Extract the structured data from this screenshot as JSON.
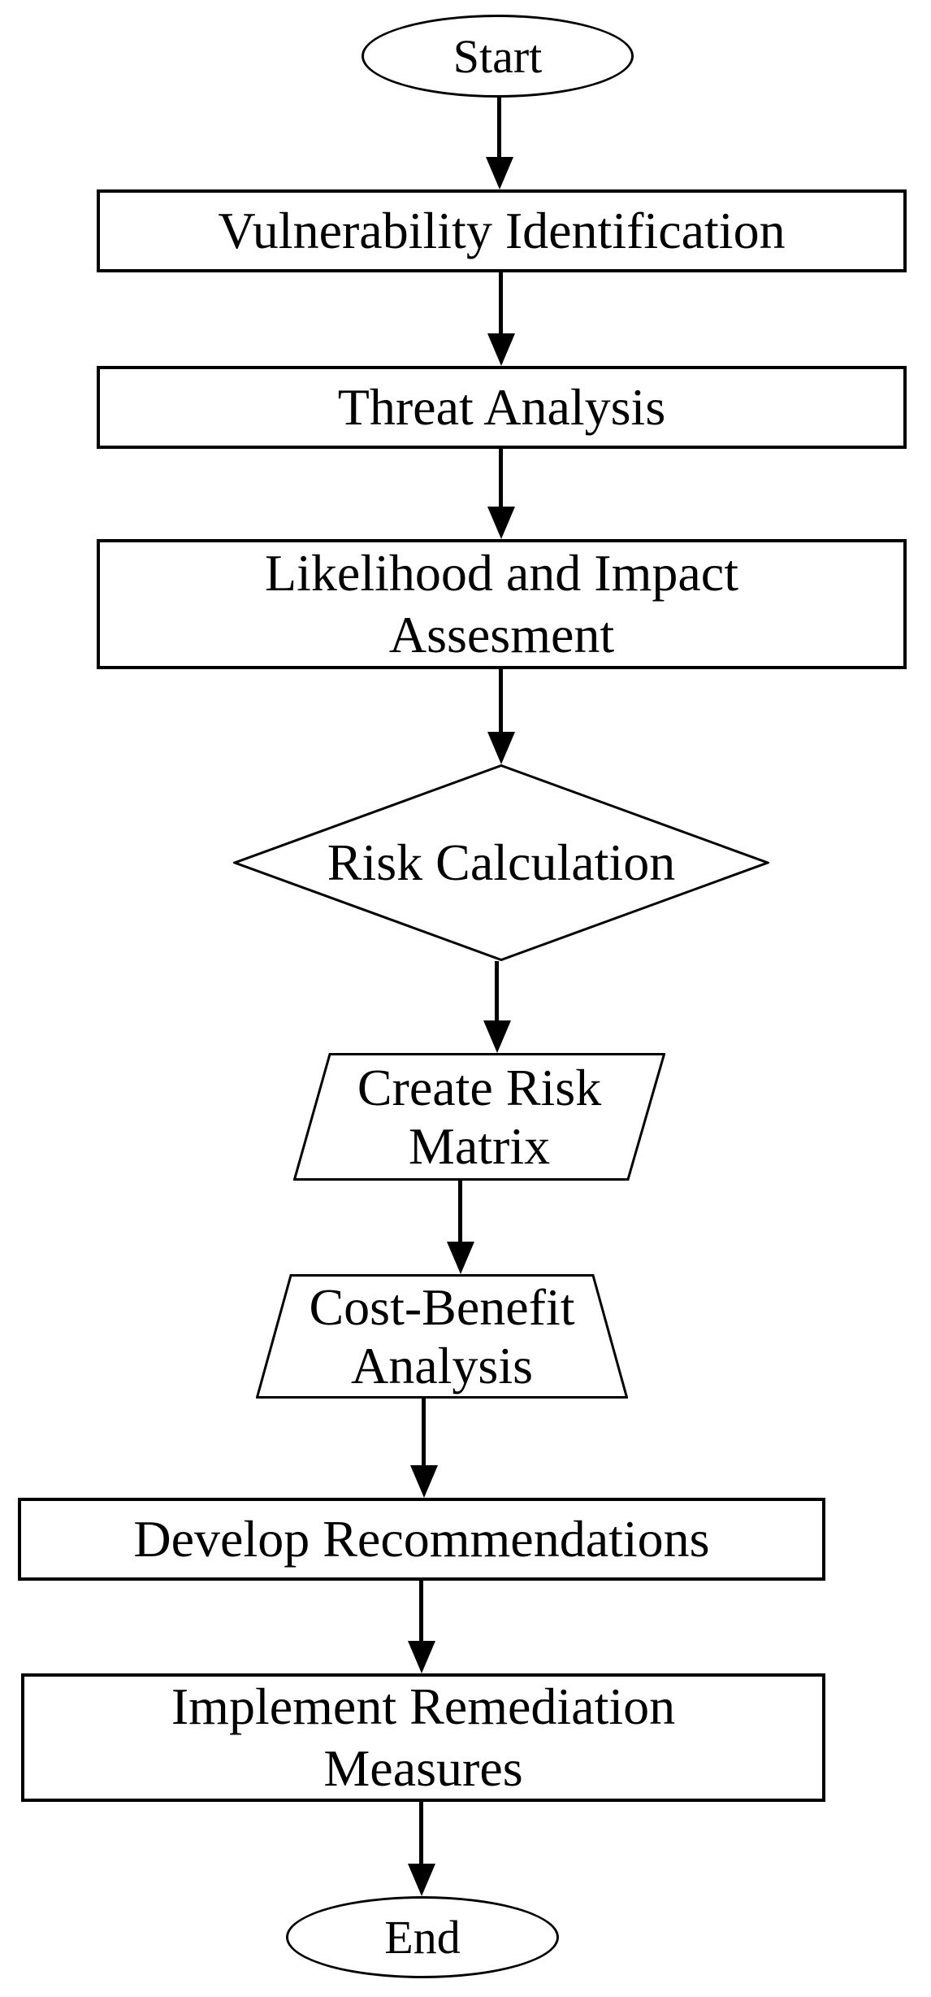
{
  "diagram": {
    "type": "flowchart",
    "background_color": "#ffffff",
    "stroke_color": "#000000",
    "text_color": "#000000",
    "nodes": {
      "start": {
        "shape": "ellipse",
        "label": "Start"
      },
      "vulnerability_identification": {
        "shape": "rectangle",
        "label": "Vulnerability Identification"
      },
      "threat_analysis": {
        "shape": "rectangle",
        "label": "Threat Analysis"
      },
      "likelihood_impact": {
        "shape": "rectangle",
        "line1": "Likelihood and Impact",
        "line2": "Assesment"
      },
      "risk_calculation": {
        "shape": "diamond",
        "label": "Risk Calculation"
      },
      "create_risk_matrix": {
        "shape": "parallelogram",
        "line1": "Create Risk",
        "line2": "Matrix"
      },
      "cost_benefit_analysis": {
        "shape": "trapezoid",
        "line1": "Cost-Benefit",
        "line2": "Analysis"
      },
      "develop_recommendations": {
        "shape": "rectangle",
        "label": "Develop Recommendations"
      },
      "implement_remediation": {
        "shape": "rectangle",
        "line1": "Implement Remediation",
        "line2": "Measures"
      },
      "end": {
        "shape": "ellipse",
        "label": "End"
      }
    },
    "edges": [
      {
        "from": "start",
        "to": "vulnerability_identification"
      },
      {
        "from": "vulnerability_identification",
        "to": "threat_analysis"
      },
      {
        "from": "threat_analysis",
        "to": "likelihood_impact"
      },
      {
        "from": "likelihood_impact",
        "to": "risk_calculation"
      },
      {
        "from": "risk_calculation",
        "to": "create_risk_matrix"
      },
      {
        "from": "create_risk_matrix",
        "to": "cost_benefit_analysis"
      },
      {
        "from": "cost_benefit_analysis",
        "to": "develop_recommendations"
      },
      {
        "from": "develop_recommendations",
        "to": "implement_remediation"
      },
      {
        "from": "implement_remediation",
        "to": "end"
      }
    ]
  }
}
